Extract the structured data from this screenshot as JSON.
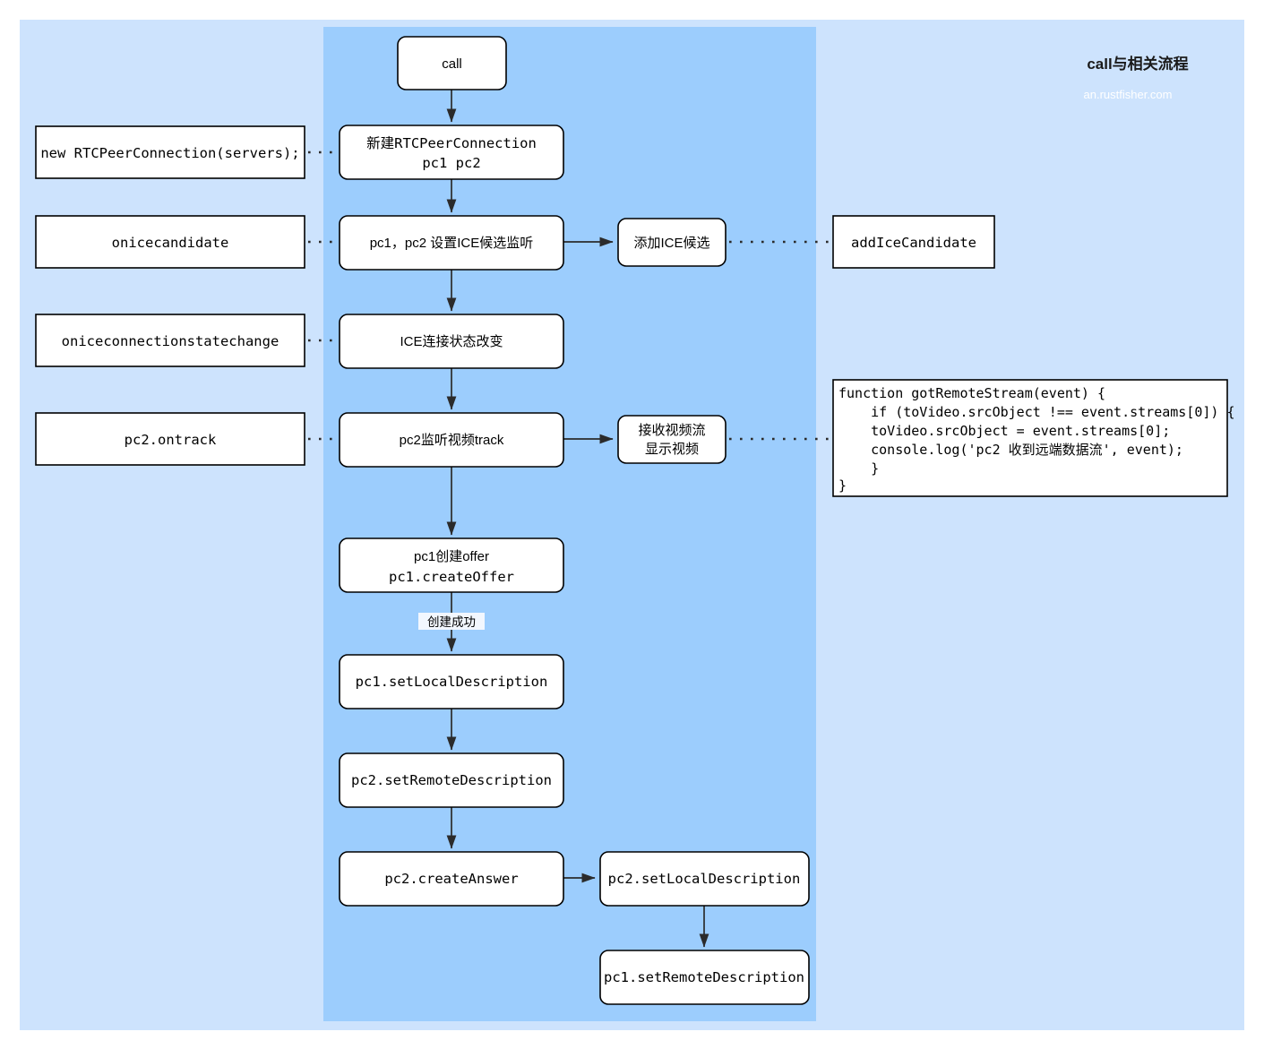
{
  "page": {
    "title": "call与相关流程",
    "subtitle": "an.rustfisher.com",
    "bg_outer": "#cde3fd",
    "bg_band": "#9ccdfd",
    "canvas_bg": "#ffffff"
  },
  "flow_nodes": {
    "call": "call",
    "new_peer_line1": "新建RTCPeerConnection",
    "new_peer_line2": "pc1 pc2",
    "ice_listen": "pc1，pc2 设置ICE候选监听",
    "ice_state": "ICE连接状态改变",
    "track_listen": "pc2监听视频track",
    "create_offer_line1": "pc1创建offer",
    "create_offer_line2": "pc1.createOffer",
    "pc1_set_local": "pc1.setLocalDescription",
    "pc2_set_remote": "pc2.setRemoteDescription",
    "pc2_create_answer": "pc2.createAnswer",
    "pc2_set_local": "pc2.setLocalDescription",
    "pc1_set_remote": "pc1.setRemoteDescription"
  },
  "branch_nodes": {
    "add_ice": "添加ICE候选",
    "recv_video_line1": "接收视频流",
    "recv_video_line2": "显示视频"
  },
  "left_notes": {
    "new_rtc": "new RTCPeerConnection(servers);",
    "onicecandidate": "onicecandidate",
    "oniceconnectionstatechange": "oniceconnectionstatechange",
    "pc2_ontrack": "pc2.ontrack"
  },
  "right_notes": {
    "add_ice_candidate": "addIceCandidate"
  },
  "edge_labels": {
    "create_success": "创建成功"
  },
  "code_block": {
    "lines": [
      "function gotRemoteStream(event) {",
      "    if (toVideo.srcObject !== event.streams[0]) {",
      "    toVideo.srcObject = event.streams[0];",
      "    console.log('pc2 收到远端数据流', event);",
      "    }",
      "}"
    ]
  }
}
